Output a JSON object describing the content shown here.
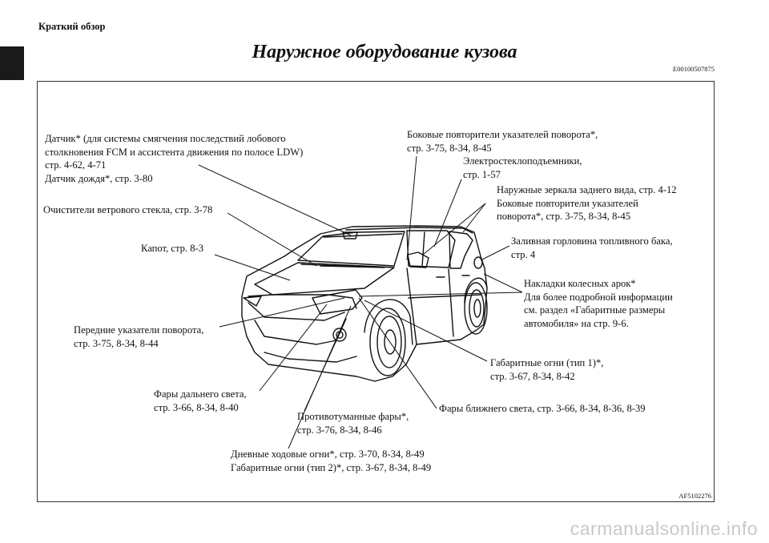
{
  "header": {
    "section": "Краткий обзор",
    "title": "Наружное оборудование кузова",
    "doc_code": "E00100507875"
  },
  "figure": {
    "code": "AF5102276",
    "labels": {
      "sensor": "Датчик* (для системы смягчения последствий лобового\nстолкновения FCM и ассистента движения по полосе LDW)\nстр. 4-62, 4-71\nДатчик дождя*, стр. 3-80",
      "wipers": "Очистители ветрового стекла, стр. 3-78",
      "hood": "Капот, стр. 8-3",
      "front_turn": "Передние указатели поворота,\nстр. 3-75, 8-34, 8-44",
      "high_beam": "Фары дальнего света,\nстр. 3-66, 8-34, 8-40",
      "fog": "Противотуманные фары*,\nстр. 3-76, 8-34, 8-46",
      "drl": "Дневные ходовые огни*, стр. 3-70, 8-34, 8-49\nГабаритные огни (тип 2)*, стр. 3-67, 8-34, 8-49",
      "low_beam": "Фары ближнего света, стр. 3-66, 8-34, 8-36, 8-39",
      "position_1": "Габаритные огни (тип 1)*,\nстр. 3-67, 8-34, 8-42",
      "wheel_arch": "Накладки колесных арок*\nДля более подробной информации\nсм. раздел «Габаритные размеры\nавтомобиля» на стр. 9-6.",
      "fuel": "Заливная горловина топливного бака,\nстр. 4",
      "mirrors": "Наружные зеркала заднего вида, стр. 4-12\nБоковые повторители указателей\nповорота*, стр. 3-75, 8-34, 8-45",
      "windows": "Электростеклоподъемники,\nстр. 1-57",
      "side_repeaters": "Боковые повторители указателей поворота*,\nстр. 3-75, 8-34, 8-45"
    }
  },
  "watermark": "carmanualsonline.info"
}
